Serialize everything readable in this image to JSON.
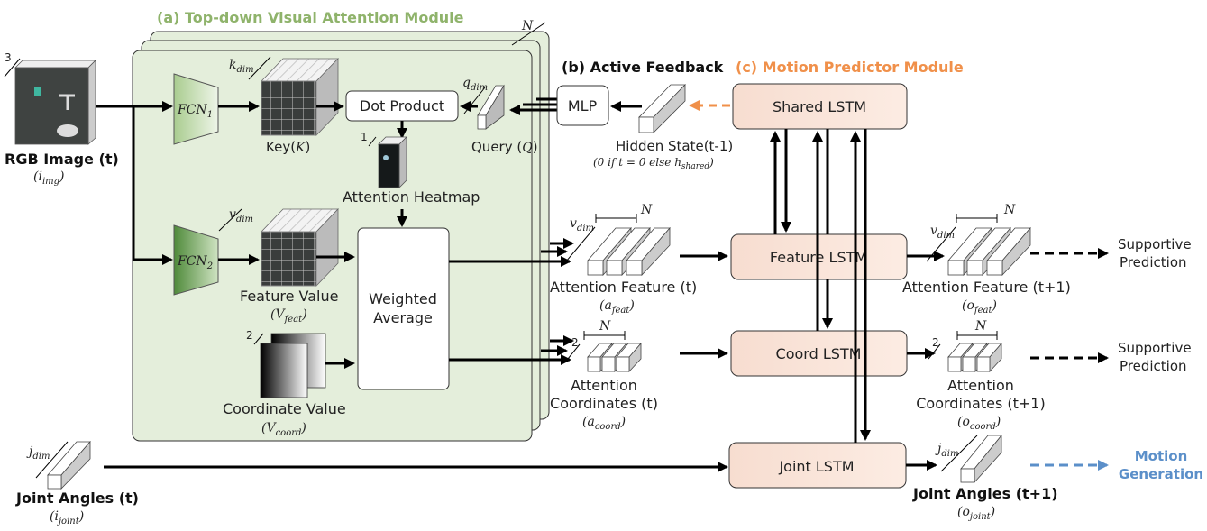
{
  "colors": {
    "module_a_title": "#8fb36b",
    "module_b_title": "#111111",
    "module_c_title": "#f0904a",
    "module_a_fill": "#e4eedb",
    "lstm_fill": "#fae6da",
    "motion_generation": "#5b8fc9",
    "feedback_arrow": "#f0904a"
  },
  "modules": {
    "a_title": "(a) Top-down Visual Attention Module",
    "b_title": "(b) Active Feedback",
    "c_title": "(c) Motion Predictor Module",
    "stack_count": "N"
  },
  "inputs": {
    "rgb_label": "RGB Image (t)",
    "rgb_symbol": "(i",
    "rgb_sub": "img",
    "rgb_channels": "3",
    "joint_label": "Joint Angles (t)",
    "joint_symbol": "(i",
    "joint_sub": "joint",
    "joint_dim": "j",
    "joint_dim_sub": "dim"
  },
  "attention": {
    "fcn1": "FCN",
    "fcn1_sub": "1",
    "fcn2": "FCN",
    "fcn2_sub": "2",
    "key_label": "Key(",
    "key_symbol": "K",
    "key_dim": "k",
    "key_dim_sub": "dim",
    "dot_product": "Dot Product",
    "query_label": "Query (",
    "query_symbol": "Q",
    "query_dim": "q",
    "query_dim_sub": "dim",
    "heatmap_label": "Attention Heatmap",
    "heatmap_dim": "1",
    "feature_value_label": "Feature Value",
    "feature_value_symbol": "(V",
    "feature_value_sub": "feat",
    "value_dim": "v",
    "value_dim_sub": "dim",
    "coord_value_label": "Coordinate Value",
    "coord_value_symbol": "(V",
    "coord_value_sub": "coord",
    "coord_dim": "2",
    "weighted_average_line1": "Weighted",
    "weighted_average_line2": "Average"
  },
  "feedback": {
    "mlp": "MLP",
    "hidden_state": "Hidden State(t-1)",
    "hidden_state_note": "(0 if t = 0 else h",
    "hidden_state_note_sub": "shared"
  },
  "predictor": {
    "shared_lstm": "Shared LSTM",
    "feature_lstm": "Feature LSTM",
    "coord_lstm": "Coord LSTM",
    "joint_lstm": "Joint LSTM"
  },
  "tensors": {
    "attn_feat_t": "Attention Feature (t)",
    "attn_feat_t_symbol": "(a",
    "attn_feat_t_sub": "feat",
    "attn_coord_t_line1": "Attention",
    "attn_coord_t_line2": "Coordinates (t)",
    "attn_coord_t_symbol": "(a",
    "attn_coord_t_sub": "coord",
    "attn_feat_t1": "Attention Feature (t+1)",
    "attn_feat_t1_symbol": "(o",
    "attn_feat_t1_sub": "feat",
    "attn_coord_t1_line1": "Attention",
    "attn_coord_t1_line2": "Coordinates (t+1)",
    "attn_coord_t1_symbol": "(o",
    "attn_coord_t1_sub": "coord",
    "joint_t1": "Joint Angles (t+1)",
    "joint_t1_symbol": "(o",
    "joint_t1_sub": "joint",
    "n": "N",
    "v": "v",
    "dim": "dim",
    "two": "2",
    "j": "j"
  },
  "outputs": {
    "supportive_1_line1": "Supportive",
    "supportive_1_line2": "Prediction",
    "supportive_2_line1": "Supportive",
    "supportive_2_line2": "Prediction",
    "motion_line1": "Motion",
    "motion_line2": "Generation"
  }
}
